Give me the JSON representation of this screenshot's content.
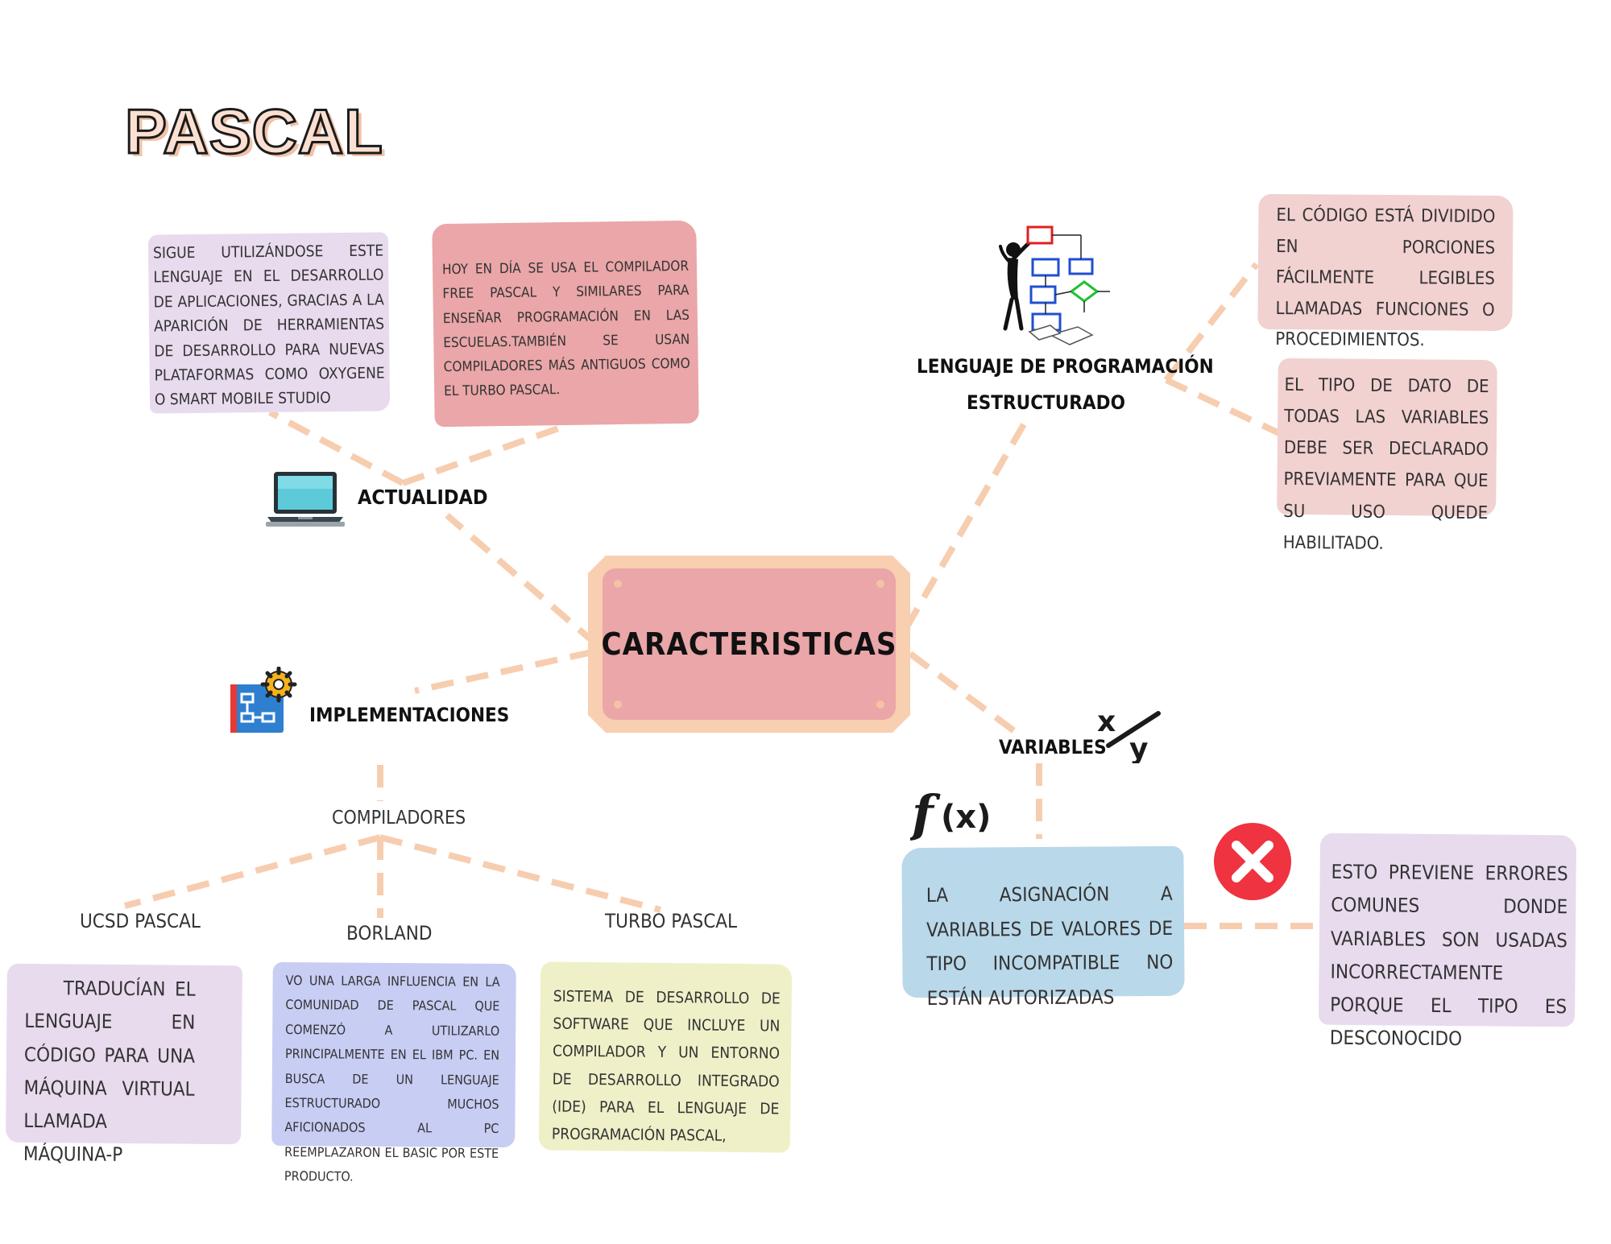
{
  "title": "PASCAL",
  "center": "CARACTERISTICAS",
  "branches": {
    "actualidad": {
      "label": "ACTUALIDAD",
      "note1": "SIGUE UTILIZÁNDOSE ESTE LENGUAJE EN EL DESARROLLO DE APLICACIONES, GRACIAS A LA APARICIÓN DE HERRAMIENTAS DE DESARROLLO PARA NUEVAS PLATAFORMAS COMO OXYGENE O SMART MOBILE STUDIO",
      "note2": "HOY EN DÍA SE USA EL COMPILADOR FREE PASCAL Y SIMILARES PARA ENSEÑAR PROGRAMACIÓN EN LAS ESCUELAS.TAMBIÉN SE USAN COMPILADORES MÁS ANTIGUOS COMO EL TURBO PASCAL."
    },
    "estructurado": {
      "label_line1": "LENGUAJE DE PROGRAMACIÓN",
      "label_line2": "ESTRUCTURADO",
      "note1": "EL CÓDIGO ESTÁ DIVIDIDO EN PORCIONES FÁCILMENTE LEGIBLES LLAMADAS FUNCIONES O PROCEDIMIENTOS.",
      "note2": "EL TIPO DE DATO DE TODAS LAS VARIABLES DEBE SER DECLARADO PREVIAMENTE PARA QUE SU USO QUEDE HABILITADO."
    },
    "implementaciones": {
      "label": "IMPLEMENTACIONES",
      "compiladores": "COMPILADORES",
      "ucsd": {
        "label": "UCSD PASCAL",
        "note": "TRADUCÍAN EL LENGUAJE EN CÓDIGO PARA UNA MÁQUINA VIRTUAL LLAMADA MÁQUINA-P"
      },
      "borland": {
        "label": "BORLAND",
        "note": "VO UNA LARGA INFLUENCIA EN LA COMUNIDAD DE PASCAL QUE COMENZÓ A UTILIZARLO PRINCIPALMENTE EN EL IBM PC. EN BUSCA DE UN LENGUAJE ESTRUCTURADO MUCHOS AFICIONADOS AL PC REEMPLAZARON EL BASIC POR ESTE PRODUCTO."
      },
      "turbo": {
        "label": "TURBO PASCAL",
        "note": "SISTEMA DE DESARROLLO DE SOFTWARE QUE INCLUYE UN COMPILADOR Y UN ENTORNO DE DESARROLLO INTEGRADO (IDE) PARA EL LENGUAJE DE PROGRAMACIÓN PASCAL,"
      }
    },
    "variables": {
      "label": "VARIABLES",
      "note1": "LA ASIGNACIÓN A VARIABLES DE VALORES DE TIPO INCOMPATIBLE NO ESTÁN AUTORIZADAS",
      "note2": "ESTO PREVIENE ERRORES COMUNES DONDE VARIABLES SON USADAS INCORRECTAMENTE PORQUE EL TIPO ES DESCONOCIDO",
      "fx_symbol": "f(x)",
      "xy_symbol": "x/y"
    }
  },
  "icons": [
    "laptop-icon",
    "flowchart-gear-icon",
    "structured-flowchart-icon",
    "fraction-xy-icon",
    "function-fx-icon",
    "error-x-icon"
  ],
  "colors": {
    "connector": "#f7cdb0",
    "center_frame": "#f8cfb1",
    "center_fill": "#eaa6a8",
    "note_lilac": "#e8dbee",
    "note_rose": "#eaa6a8",
    "note_pink": "#f2d1d1",
    "note_blue": "#b9d8ea",
    "note_periwinkle": "#c8cdf4",
    "note_yellow": "#eff0c8",
    "error_red": "#ef3340"
  }
}
